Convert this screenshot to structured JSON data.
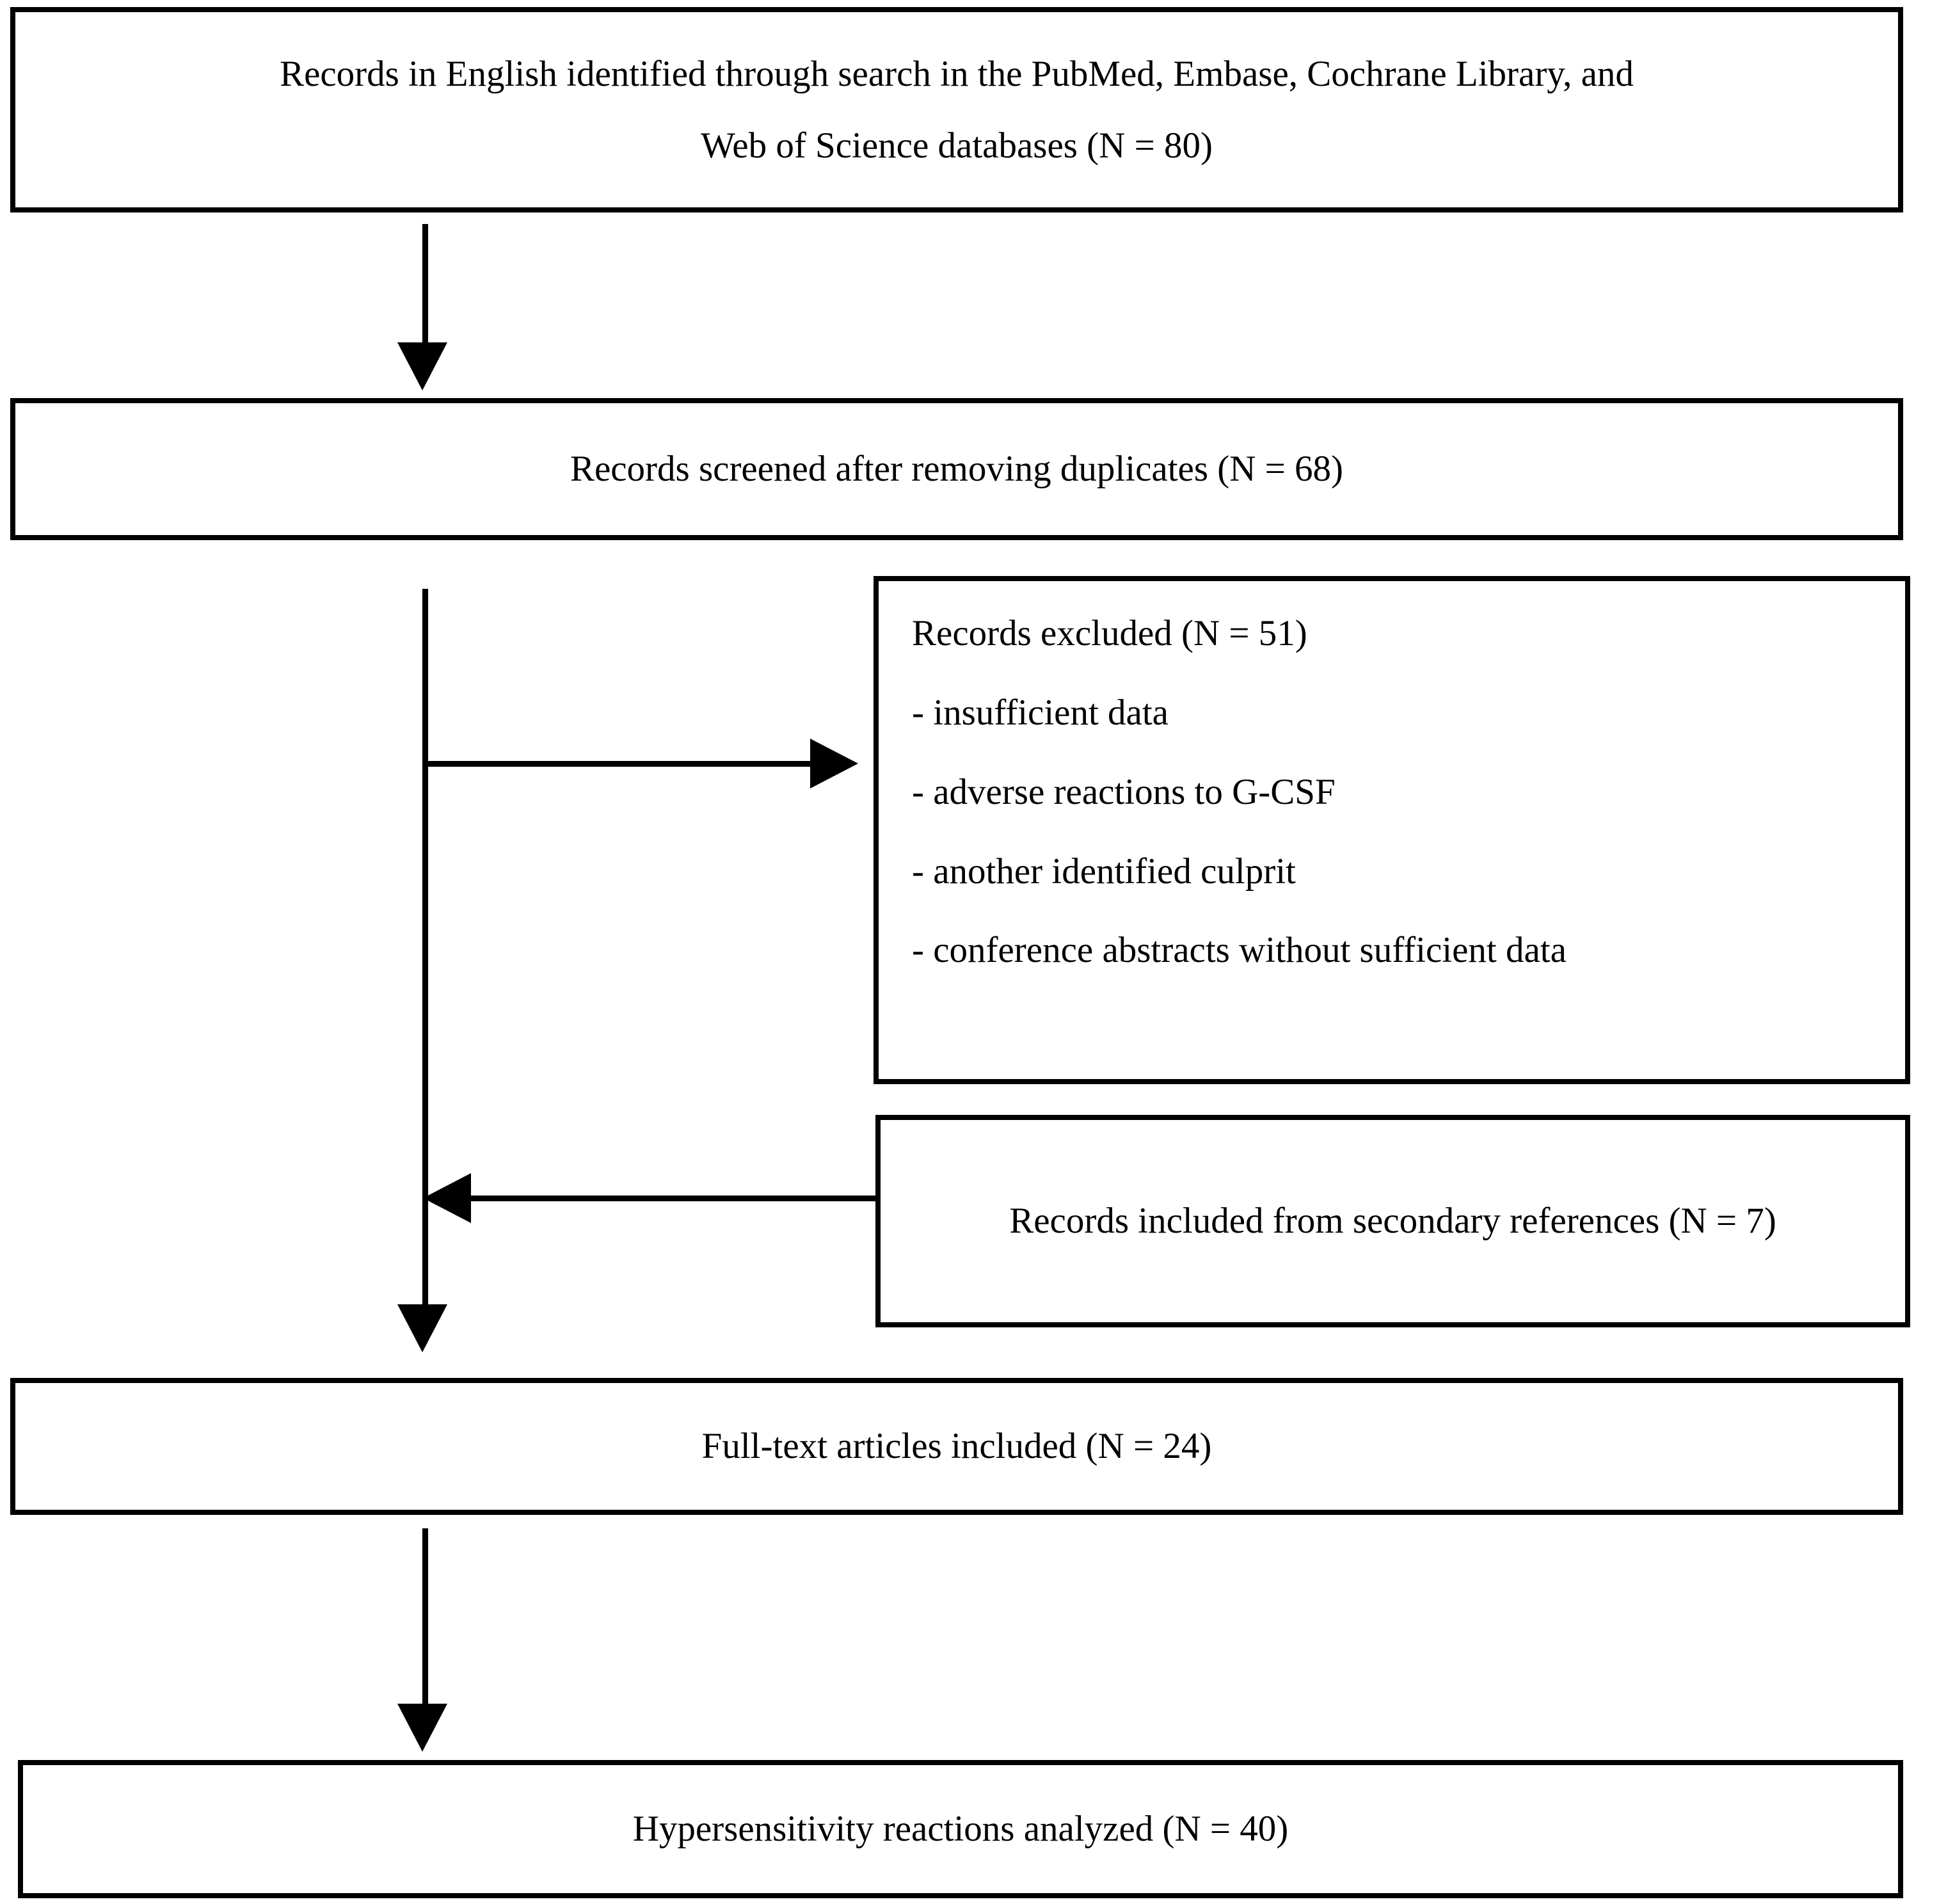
{
  "diagram": {
    "type": "prisma-flow-diagram",
    "boxes": [
      {
        "id": "identified",
        "text": "Records in English identified through search in the PubMed, Embase, Cochrane Library, and\nWeb of Science databases (N = 80)",
        "count": 80
      },
      {
        "id": "screened",
        "text": "Records screened after removing duplicates (N = 68)",
        "count": 68
      },
      {
        "id": "excluded",
        "heading": "Records excluded (N = 51)",
        "count": 51,
        "reasons": [
          "- insufficient data",
          "- adverse reactions to G-CSF",
          "- another identified culprit",
          "- conference abstracts without sufficient data"
        ]
      },
      {
        "id": "secondary",
        "text": "Records included from secondary references (N = 7)",
        "count": 7
      },
      {
        "id": "fulltext",
        "text": "Full-text articles included (N = 24)",
        "count": 24
      },
      {
        "id": "analyzed",
        "text": "Hypersensitivity reactions analyzed (N = 40)",
        "count": 40
      }
    ],
    "colors": {
      "stroke": "#000000",
      "background": "#ffffff",
      "text": "#000000"
    }
  }
}
